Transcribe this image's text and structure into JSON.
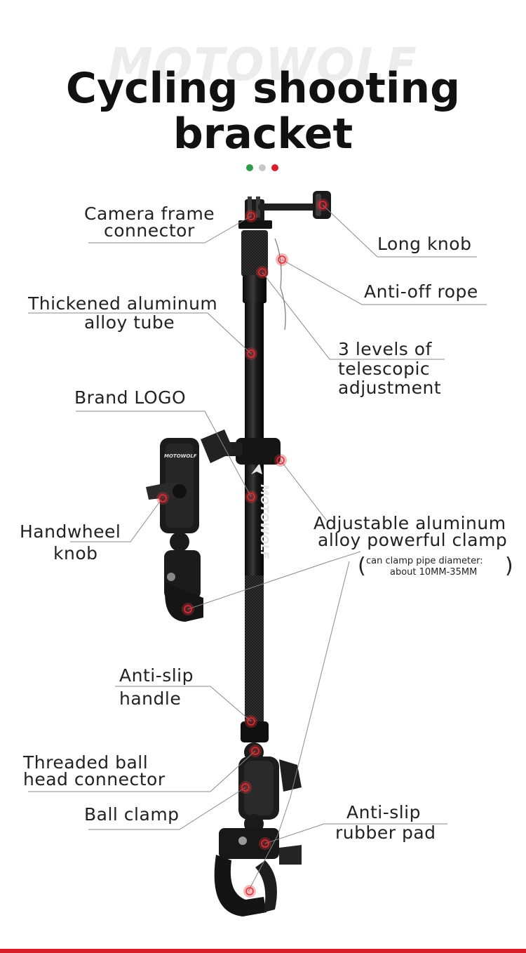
{
  "brand_watermark": "MOTOWOLF",
  "title": {
    "line1": "Cycling shooting",
    "line2": "bracket"
  },
  "accent_dots": [
    "#2e9e4a",
    "#c8c8c8",
    "#d61e2b"
  ],
  "labels": {
    "camera_frame_connector": [
      "Camera frame",
      "connector"
    ],
    "long_knob": "Long knob",
    "anti_off_rope": "Anti-off rope",
    "thickened_tube": [
      "Thickened aluminum",
      "alloy tube"
    ],
    "telescopic": [
      "3 levels of",
      "telescopic",
      "adjustment"
    ],
    "brand_logo": "Brand LOGO",
    "handwheel_knob": [
      "Handwheel",
      "knob"
    ],
    "adjustable_clamp": [
      "Adjustable aluminum",
      "alloy powerful clamp"
    ],
    "clamp_note": [
      "can clamp pipe diameter:",
      "about 10MM-35MM"
    ],
    "anti_slip_handle": [
      "Anti-slip",
      "handle"
    ],
    "threaded_ball": [
      "Threaded ball",
      "head connector"
    ],
    "ball_clamp": "Ball clamp",
    "anti_slip_pad": [
      "Anti-slip",
      "rubber pad"
    ]
  },
  "pole_logo": "MOTOWOLF",
  "bottom_bar_color": "#d61e2b",
  "marker_color": "#e0303a"
}
